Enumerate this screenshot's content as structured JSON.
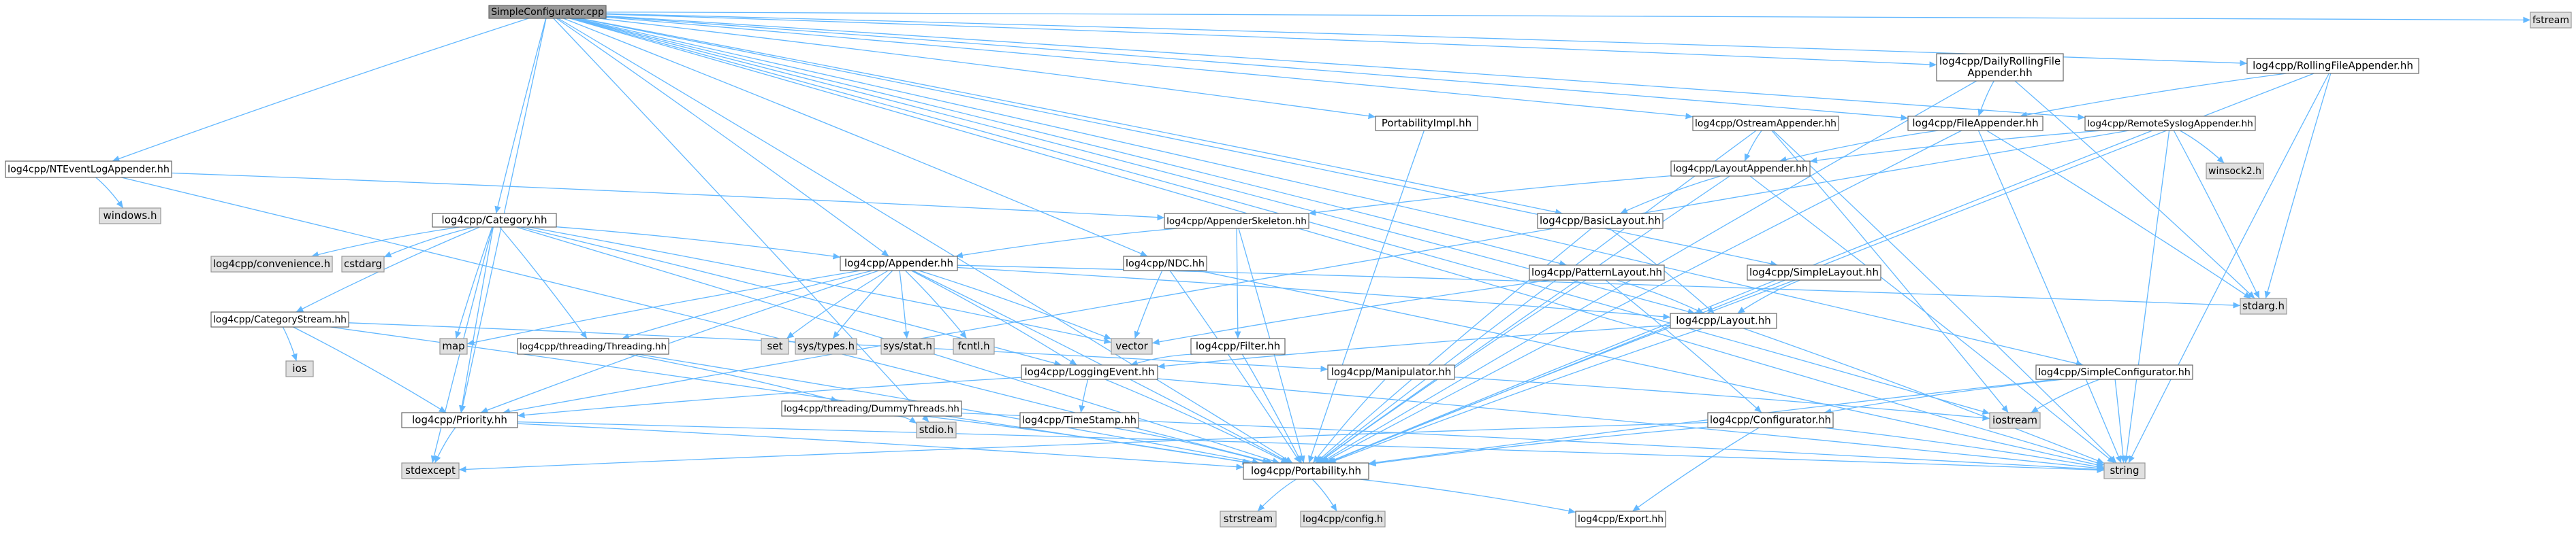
{
  "diagram": {
    "title": "",
    "colors": {
      "root_fill": "#999999",
      "header_fill": "#ffffff",
      "system_fill": "#e0e0e0",
      "node_stroke": "#666666",
      "system_stroke": "#999999",
      "edge": "#63b8ff",
      "text": "#000000"
    },
    "nodes": [
      {
        "id": "root",
        "label": "SimpleConfigurator.cpp",
        "kind": "root"
      },
      {
        "id": "NTEventLogAppender",
        "label": "log4cpp/NTEventLogAppender.hh",
        "kind": "header"
      },
      {
        "id": "windows",
        "label": "windows.h",
        "kind": "system"
      },
      {
        "id": "Category",
        "label": "log4cpp/Category.hh",
        "kind": "header"
      },
      {
        "id": "convenience",
        "label": "log4cpp/convenience.h",
        "kind": "system"
      },
      {
        "id": "cstdarg",
        "label": "cstdarg",
        "kind": "system"
      },
      {
        "id": "map",
        "label": "map",
        "kind": "system"
      },
      {
        "id": "CategoryStream",
        "label": "log4cpp/CategoryStream.hh",
        "kind": "header"
      },
      {
        "id": "ios",
        "label": "ios",
        "kind": "system"
      },
      {
        "id": "Appender",
        "label": "log4cpp/Appender.hh",
        "kind": "header"
      },
      {
        "id": "Threading",
        "label": "log4cpp/threading/Threading.hh",
        "kind": "header"
      },
      {
        "id": "set",
        "label": "set",
        "kind": "system"
      },
      {
        "id": "systypes",
        "label": "sys/types.h",
        "kind": "system"
      },
      {
        "id": "sysstat",
        "label": "sys/stat.h",
        "kind": "system"
      },
      {
        "id": "fcntl",
        "label": "fcntl.h",
        "kind": "system"
      },
      {
        "id": "vector",
        "label": "vector",
        "kind": "system"
      },
      {
        "id": "DummyThreads",
        "label": "log4cpp/threading/DummyThreads.hh",
        "kind": "header"
      },
      {
        "id": "stdio",
        "label": "stdio.h",
        "kind": "system"
      },
      {
        "id": "Priority",
        "label": "log4cpp/Priority.hh",
        "kind": "header"
      },
      {
        "id": "stdexcept",
        "label": "stdexcept",
        "kind": "system"
      },
      {
        "id": "NDC",
        "label": "log4cpp/NDC.hh",
        "kind": "header"
      },
      {
        "id": "AppenderSkeleton",
        "label": "log4cpp/AppenderSkeleton.hh",
        "kind": "header"
      },
      {
        "id": "Filter",
        "label": "log4cpp/Filter.hh",
        "kind": "header"
      },
      {
        "id": "LoggingEvent",
        "label": "log4cpp/LoggingEvent.hh",
        "kind": "header"
      },
      {
        "id": "TimeStamp",
        "label": "log4cpp/TimeStamp.hh",
        "kind": "header"
      },
      {
        "id": "Portability",
        "label": "log4cpp/Portability.hh",
        "kind": "header"
      },
      {
        "id": "strstream",
        "label": "strstream",
        "kind": "system"
      },
      {
        "id": "config",
        "label": "log4cpp/config.h",
        "kind": "system"
      },
      {
        "id": "Export",
        "label": "log4cpp/Export.hh",
        "kind": "header"
      },
      {
        "id": "PortabilityImpl",
        "label": "PortabilityImpl.hh",
        "kind": "header"
      },
      {
        "id": "Manipulator",
        "label": "log4cpp/Manipulator.hh",
        "kind": "header"
      },
      {
        "id": "OstreamAppender",
        "label": "log4cpp/OstreamAppender.hh",
        "kind": "header"
      },
      {
        "id": "LayoutAppender",
        "label": "log4cpp/LayoutAppender.hh",
        "kind": "header"
      },
      {
        "id": "BasicLayout",
        "label": "log4cpp/BasicLayout.hh",
        "kind": "header"
      },
      {
        "id": "PatternLayout",
        "label": "log4cpp/PatternLayout.hh",
        "kind": "header"
      },
      {
        "id": "Layout",
        "label": "log4cpp/Layout.hh",
        "kind": "header"
      },
      {
        "id": "Configurator",
        "label": "log4cpp/Configurator.hh",
        "kind": "header"
      },
      {
        "id": "DailyRolling",
        "label": "log4cpp/DailyRollingFile\nAppender.hh",
        "kind": "header"
      },
      {
        "id": "FileAppender",
        "label": "log4cpp/FileAppender.hh",
        "kind": "header"
      },
      {
        "id": "SimpleLayout",
        "label": "log4cpp/SimpleLayout.hh",
        "kind": "header"
      },
      {
        "id": "RemoteSyslog",
        "label": "log4cpp/RemoteSyslogAppender.hh",
        "kind": "header"
      },
      {
        "id": "winsock2",
        "label": "winsock2.h",
        "kind": "system"
      },
      {
        "id": "stdarg",
        "label": "stdarg.h",
        "kind": "system"
      },
      {
        "id": "RollingFile",
        "label": "log4cpp/RollingFileAppender.hh",
        "kind": "header"
      },
      {
        "id": "SimpleConfigurator",
        "label": "log4cpp/SimpleConfigurator.hh",
        "kind": "header"
      },
      {
        "id": "iostream",
        "label": "iostream",
        "kind": "system"
      },
      {
        "id": "string",
        "label": "string",
        "kind": "system"
      },
      {
        "id": "fstream",
        "label": "fstream",
        "kind": "system"
      }
    ],
    "edges": [
      [
        "root",
        "NTEventLogAppender"
      ],
      [
        "root",
        "Category"
      ],
      [
        "root",
        "Appender"
      ],
      [
        "root",
        "NDC"
      ],
      [
        "root",
        "PortabilityImpl"
      ],
      [
        "root",
        "OstreamAppender"
      ],
      [
        "root",
        "BasicLayout"
      ],
      [
        "root",
        "PatternLayout"
      ],
      [
        "root",
        "Layout"
      ],
      [
        "root",
        "DailyRolling"
      ],
      [
        "root",
        "FileAppender"
      ],
      [
        "root",
        "SimpleLayout"
      ],
      [
        "root",
        "RemoteSyslog"
      ],
      [
        "root",
        "RollingFile"
      ],
      [
        "root",
        "SimpleConfigurator"
      ],
      [
        "root",
        "fstream"
      ],
      [
        "root",
        "iostream"
      ],
      [
        "root",
        "string"
      ],
      [
        "root",
        "stdio"
      ],
      [
        "root",
        "Priority"
      ],
      [
        "root",
        "Portability"
      ],
      [
        "NTEventLogAppender",
        "windows"
      ],
      [
        "NTEventLogAppender",
        "AppenderSkeleton"
      ],
      [
        "NTEventLogAppender",
        "Portability"
      ],
      [
        "Category",
        "convenience"
      ],
      [
        "Category",
        "cstdarg"
      ],
      [
        "Category",
        "map"
      ],
      [
        "Category",
        "CategoryStream"
      ],
      [
        "Category",
        "Appender"
      ],
      [
        "Category",
        "Threading"
      ],
      [
        "Category",
        "Priority"
      ],
      [
        "Category",
        "LoggingEvent"
      ],
      [
        "Category",
        "vector"
      ],
      [
        "Category",
        "Portability"
      ],
      [
        "Category",
        "stdexcept"
      ],
      [
        "CategoryStream",
        "ios"
      ],
      [
        "CategoryStream",
        "Priority"
      ],
      [
        "CategoryStream",
        "Manipulator"
      ],
      [
        "CategoryStream",
        "Portability"
      ],
      [
        "Appender",
        "map"
      ],
      [
        "Appender",
        "set"
      ],
      [
        "Appender",
        "systypes"
      ],
      [
        "Appender",
        "sysstat"
      ],
      [
        "Appender",
        "fcntl"
      ],
      [
        "Appender",
        "vector"
      ],
      [
        "Appender",
        "Threading"
      ],
      [
        "Appender",
        "Priority"
      ],
      [
        "Appender",
        "LoggingEvent"
      ],
      [
        "Appender",
        "Layout"
      ],
      [
        "Appender",
        "stdarg"
      ],
      [
        "Appender",
        "Portability"
      ],
      [
        "Threading",
        "DummyThreads"
      ],
      [
        "Threading",
        "Portability"
      ],
      [
        "DummyThreads",
        "stdio"
      ],
      [
        "DummyThreads",
        "string"
      ],
      [
        "DummyThreads",
        "Portability"
      ],
      [
        "Priority",
        "stdexcept"
      ],
      [
        "Priority",
        "string"
      ],
      [
        "Priority",
        "Portability"
      ],
      [
        "NDC",
        "vector"
      ],
      [
        "NDC",
        "string"
      ],
      [
        "NDC",
        "Portability"
      ],
      [
        "AppenderSkeleton",
        "Appender"
      ],
      [
        "AppenderSkeleton",
        "Filter"
      ],
      [
        "AppenderSkeleton",
        "Portability"
      ],
      [
        "Filter",
        "LoggingEvent"
      ],
      [
        "Filter",
        "Portability"
      ],
      [
        "LoggingEvent",
        "TimeStamp"
      ],
      [
        "LoggingEvent",
        "string"
      ],
      [
        "LoggingEvent",
        "Priority"
      ],
      [
        "LoggingEvent",
        "Portability"
      ],
      [
        "TimeStamp",
        "Portability"
      ],
      [
        "Portability",
        "strstream"
      ],
      [
        "Portability",
        "config"
      ],
      [
        "Portability",
        "Export"
      ],
      [
        "PortabilityImpl",
        "Portability"
      ],
      [
        "Manipulator",
        "iostream"
      ],
      [
        "Manipulator",
        "Portability"
      ],
      [
        "OstreamAppender",
        "LayoutAppender"
      ],
      [
        "OstreamAppender",
        "iostream"
      ],
      [
        "OstreamAppender",
        "string"
      ],
      [
        "OstreamAppender",
        "Portability"
      ],
      [
        "LayoutAppender",
        "AppenderSkeleton"
      ],
      [
        "LayoutAppender",
        "BasicLayout"
      ],
      [
        "LayoutAppender",
        "string"
      ],
      [
        "LayoutAppender",
        "Portability"
      ],
      [
        "BasicLayout",
        "Layout"
      ],
      [
        "BasicLayout",
        "Portability"
      ],
      [
        "PatternLayout",
        "Layout"
      ],
      [
        "PatternLayout",
        "Configurator"
      ],
      [
        "PatternLayout",
        "vector"
      ],
      [
        "PatternLayout",
        "Portability"
      ],
      [
        "Layout",
        "LoggingEvent"
      ],
      [
        "Layout",
        "string"
      ],
      [
        "Layout",
        "Portability"
      ],
      [
        "Configurator",
        "stdexcept"
      ],
      [
        "Configurator",
        "string"
      ],
      [
        "Configurator",
        "Export"
      ],
      [
        "Configurator",
        "Portability"
      ],
      [
        "DailyRolling",
        "FileAppender"
      ],
      [
        "DailyRolling",
        "stdarg"
      ],
      [
        "DailyRolling",
        "Portability"
      ],
      [
        "FileAppender",
        "LayoutAppender"
      ],
      [
        "FileAppender",
        "stdarg"
      ],
      [
        "FileAppender",
        "string"
      ],
      [
        "FileAppender",
        "Portability"
      ],
      [
        "SimpleLayout",
        "Layout"
      ],
      [
        "SimpleLayout",
        "Portability"
      ],
      [
        "RemoteSyslog",
        "winsock2"
      ],
      [
        "RemoteSyslog",
        "LayoutAppender"
      ],
      [
        "RemoteSyslog",
        "stdarg"
      ],
      [
        "RemoteSyslog",
        "string"
      ],
      [
        "RemoteSyslog",
        "Priority"
      ],
      [
        "RemoteSyslog",
        "Portability"
      ],
      [
        "RollingFile",
        "FileAppender"
      ],
      [
        "RollingFile",
        "stdarg"
      ],
      [
        "RollingFile",
        "string"
      ],
      [
        "RollingFile",
        "Portability"
      ],
      [
        "SimpleConfigurator",
        "Configurator"
      ],
      [
        "SimpleConfigurator",
        "iostream"
      ],
      [
        "SimpleConfigurator",
        "string"
      ],
      [
        "SimpleConfigurator",
        "Portability"
      ]
    ]
  }
}
